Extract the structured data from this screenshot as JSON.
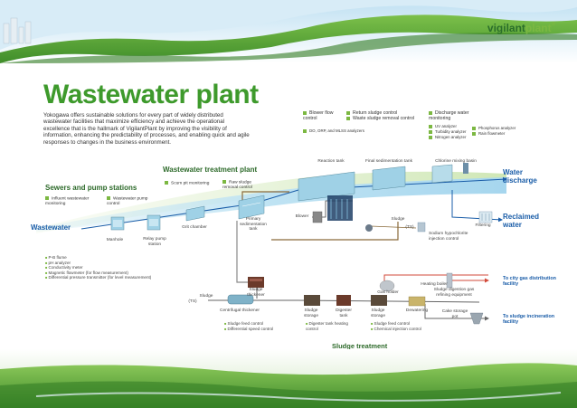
{
  "brand": {
    "name_a": "vigilant",
    "name_b": "plant",
    "mark": "®"
  },
  "title": "Wastewater plant",
  "intro": "Yokogawa offers sustainable solutions for every part of widely distributed wastewater facilities that maximize efficiency and achieve the operational excellence that is the hallmark of VigilantPlant by improving the visibility of information, enhancing the predictability of processes, and enabling quick and agile responses to changes in the business environment.",
  "top_bullets": {
    "col1": [
      "Blower flow control",
      "DO, ORP, and MLSS analyzers"
    ],
    "col2": [
      "Return sludge control",
      "Waste sludge removal control"
    ],
    "col3": [
      "Discharge water monitoring",
      "UV analyzer",
      "Turbidity analyzer",
      "Nitrogen analyzer"
    ],
    "col4": [
      "Phosphorus analyzer",
      "Rain flowmeter"
    ]
  },
  "sections": {
    "sewers": "Sewers and pump stations",
    "treatment": "Wastewater treatment plant",
    "sludge": "Sludge treatment"
  },
  "sewer_controls": [
    "Influent wastewater monitoring",
    "Wastewater pump control"
  ],
  "treatment_controls": [
    "Scum pit monitoring",
    "Raw sludge removal control"
  ],
  "instruments": [
    "P-B flume",
    "pH analyzer",
    "Conductivity meter",
    "Magnetic flowmeter (for flow measurement)",
    "Differential pressure transmitter (for level measurement)"
  ],
  "labels": {
    "wastewater": "Wastewater",
    "manhole": "Manhole",
    "relay": "Relay pump station",
    "grit": "Grit chamber",
    "primary": "Primary sedimentation tank",
    "reaction": "Reaction tank",
    "final_sed": "Final sedimentation tank",
    "chlorine": "Chlorine mixing basin",
    "blower": "Blower",
    "sludge_small": "Sludge",
    "ts": "(TS)",
    "sodium": "Sodium hypochlorite injection control",
    "filtering": "Filtering",
    "water_discharge": "Water discharge",
    "reclaimed": "Reclaimed water",
    "sludge_thickener": "Sludge thickener",
    "sludge_left": "Sludge",
    "ts2": "(TS)",
    "centrifugal": "Centrifugal thickener",
    "sludge_storage1": "Sludge storage",
    "digester": "Digester tank",
    "sludge_storage2": "Sludge storage",
    "gas_holder": "Gas holder",
    "dewatering": "Dewatering",
    "heating_boiler": "Heating boiler",
    "gas_equip": "Sludge digestion gas refining equipment",
    "cake": "Cake storage pot",
    "to_gas": "To city gas distribution facility",
    "to_incin": "To sludge incineration facility"
  },
  "sludge_controls": {
    "c1": [
      "Sludge feed control",
      "Differential speed control"
    ],
    "c2": [
      "Digester tank heating control"
    ],
    "c3": [
      "Sludge feed control",
      "Chemical injection control"
    ]
  },
  "colors": {
    "green": "#3e9a2c",
    "blue": "#1a5da8",
    "brown": "#8a6a3a",
    "red": "#d24a3a",
    "gray": "#8a8a8a"
  }
}
